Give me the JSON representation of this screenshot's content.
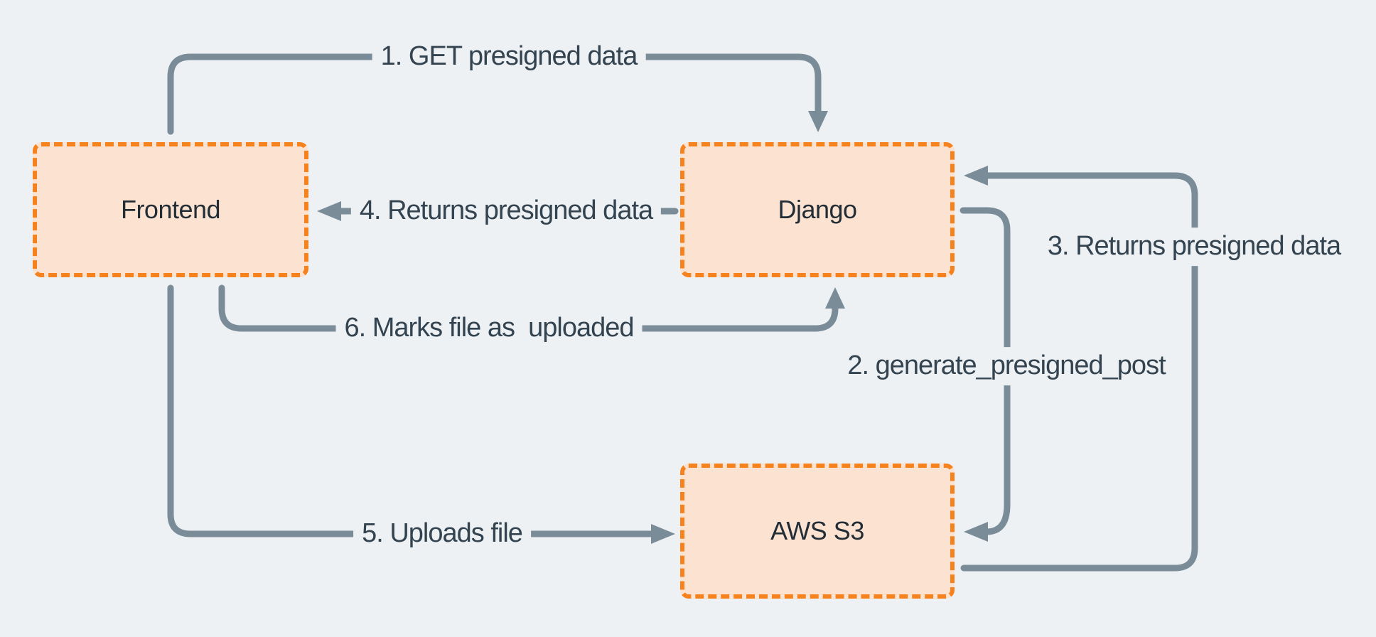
{
  "diagram": {
    "description": "Presigned upload flow between Frontend, Django and AWS S3"
  },
  "colors": {
    "background": "#edf1f4",
    "arrow": "#7b8c99",
    "box_fill": "#fce3d1",
    "box_border": "#f6821d",
    "edge_label_text": "#334350",
    "node_label_text": "#222d36"
  },
  "nodes": [
    {
      "id": "frontend",
      "label": "Frontend"
    },
    {
      "id": "django",
      "label": "Django"
    },
    {
      "id": "aws-s3",
      "label": "AWS S3"
    }
  ],
  "edges": [
    {
      "id": "1",
      "label": "1. GET presigned data",
      "from": "Frontend",
      "to": "Django"
    },
    {
      "id": "2",
      "label": "2. generate_presigned_post",
      "from": "Django",
      "to": "AWS S3"
    },
    {
      "id": "3",
      "label": "3. Returns presigned data",
      "from": "AWS S3",
      "to": "Django"
    },
    {
      "id": "4",
      "label": "4. Returns presigned data",
      "from": "Django",
      "to": "Frontend"
    },
    {
      "id": "5",
      "label": "5. Uploads file",
      "from": "Frontend",
      "to": "AWS S3"
    },
    {
      "id": "6",
      "label": "6. Marks file as  uploaded",
      "from": "Frontend",
      "to": "Django"
    }
  ]
}
